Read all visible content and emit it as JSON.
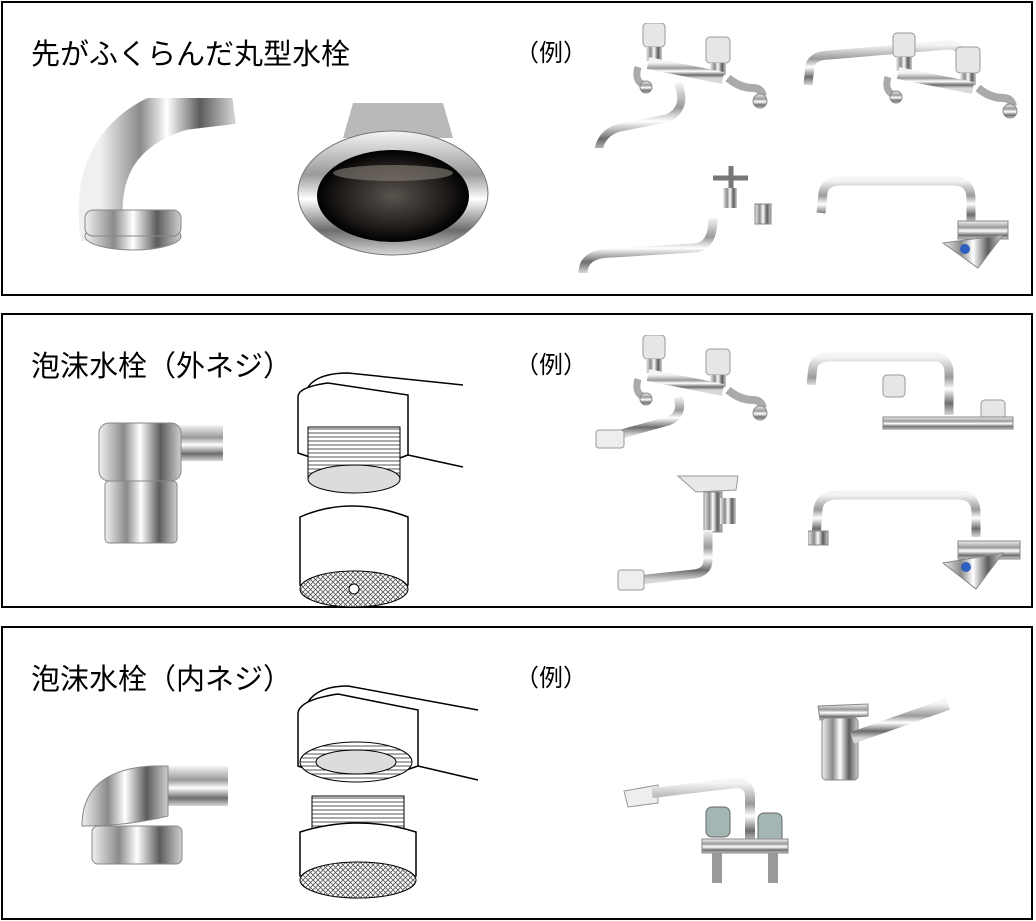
{
  "panels": [
    {
      "title": "先がふくらんだ丸型水栓",
      "example": "（例）"
    },
    {
      "title": "泡沫水栓（外ネジ）",
      "example": "（例）"
    },
    {
      "title": "泡沫水栓（内ネジ）",
      "example": "（例）"
    }
  ]
}
